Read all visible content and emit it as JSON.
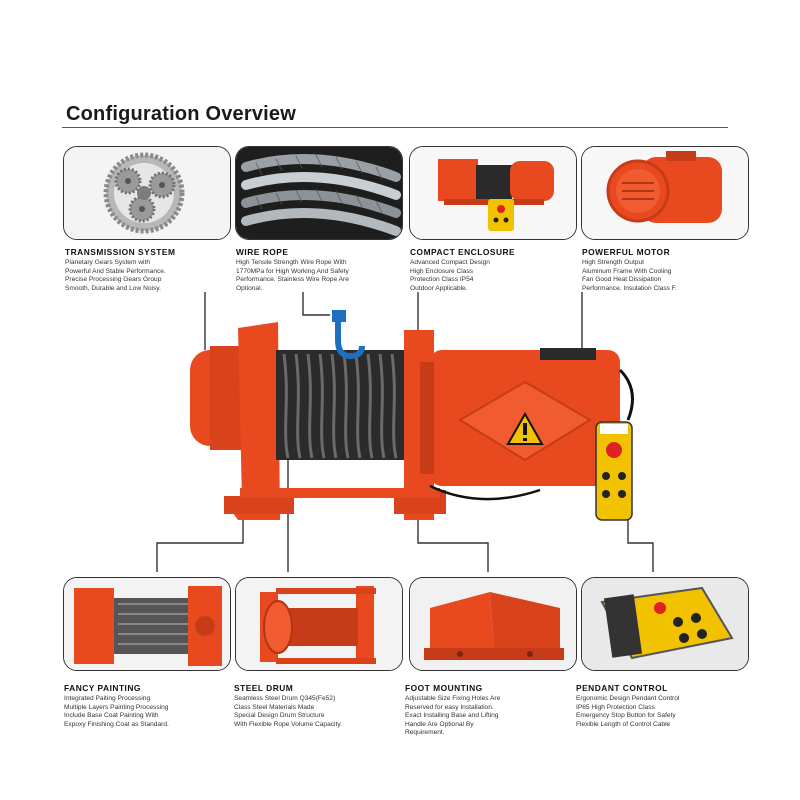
{
  "title": "Configuration Overview",
  "colors": {
    "accent": "#e8491f",
    "dark": "#2a2a2a",
    "pendant": "#f2c200"
  },
  "features": {
    "transmission": {
      "title": "TRANSMISSION SYSTEM",
      "desc": [
        "Planetary Gears System with",
        "Powerful And Stable Performance.",
        "Precise Processing Gears Group",
        "Smooth, Durable and Low Noisy."
      ]
    },
    "wire_rope": {
      "title": "WIRE ROPE",
      "desc": [
        "High Tensile Strength Wire Rope With",
        "1770MPa for High Working And Safety",
        "Performance. Stainless Wire Rope Are",
        "Optional."
      ]
    },
    "enclosure": {
      "title": "COMPACT ENCLOSURE",
      "desc": [
        "Advanced Compact Design",
        "High Enclosure Class",
        "Protection Class IP54",
        "Outdoor Applicable."
      ]
    },
    "motor": {
      "title": "POWERFUL MOTOR",
      "desc": [
        "High Strength Output",
        "Aluminum Frame With Cooling",
        "Fan Good Heat Dissipation",
        "Performance. Insulation Class F."
      ]
    },
    "painting": {
      "title": "FANCY PAINTING",
      "desc": [
        "Integrated Paiting Processing",
        "Multiple Layers Painting Processing",
        "Include Base Coat Painting With",
        "Expoxy Finishing Coat as Standard."
      ]
    },
    "drum": {
      "title": "STEEL DRUM",
      "desc": [
        "Seamless Steel Drum Q345(Fe52)",
        "Class Steel Materials Made",
        "Special Design Drum Structure",
        "With Flexible Rope Volume Capacity."
      ]
    },
    "foot": {
      "title": "FOOT MOUNTING",
      "desc": [
        "Adjustable Size Fixing Holes Are",
        "Reserved for easy Installation.",
        "Exact Installing Base and Lifting",
        "Handle Are Optional By",
        "Requirement."
      ]
    },
    "pendant": {
      "title": "PENDANT CONTROL",
      "desc": [
        "Ergonomic Design Pendant Control",
        "IP65 High Protection Class",
        "Emergency Stop Button for Safety",
        "Flexible Length of Control Cable"
      ]
    }
  }
}
